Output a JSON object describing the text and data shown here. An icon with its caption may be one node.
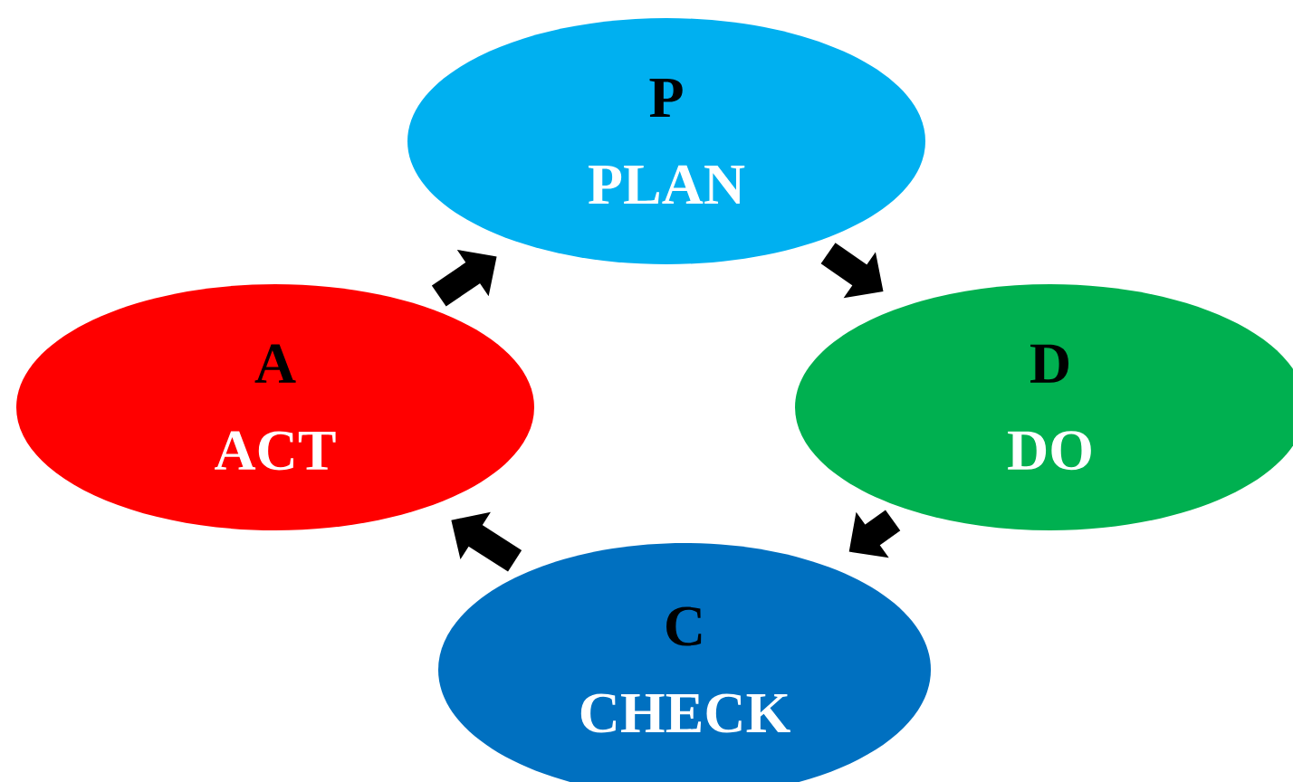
{
  "diagram": {
    "nodes": [
      {
        "text": [
          "P",
          "PLAN"
        ]
      },
      {
        "text": [
          "D",
          "DO"
        ]
      },
      {
        "text": [
          "C",
          "CHECK"
        ]
      },
      {
        "text": [
          "A",
          "ACT"
        ]
      }
    ],
    "edges": [
      {
        "from": 0,
        "to": 1,
        "arrow": "to"
      },
      {
        "from": 1,
        "to": 2,
        "arrow": "to"
      },
      {
        "from": 2,
        "to": 3,
        "arrow": "to"
      },
      {
        "from": 3,
        "to": 0,
        "arrow": "to"
      }
    ]
  }
}
